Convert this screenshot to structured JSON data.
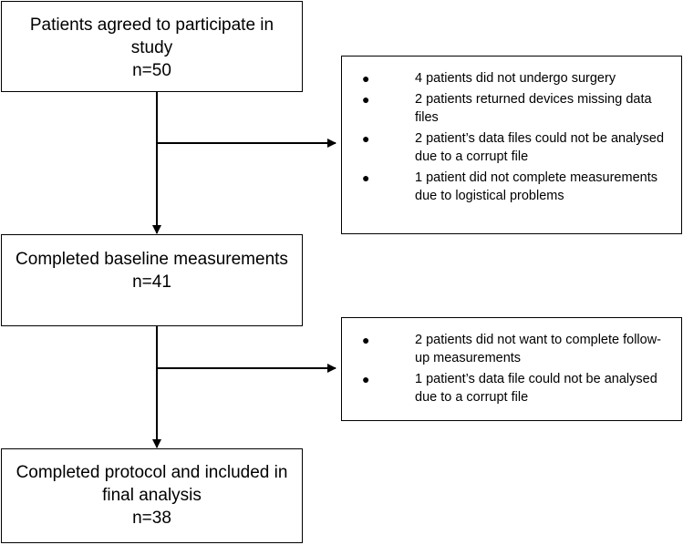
{
  "flow": {
    "stage1": {
      "lines": [
        "Patients agreed to participate in",
        "study",
        "n=50"
      ]
    },
    "excluded1": {
      "items": [
        "4 patients did not undergo surgery",
        "2 patients returned devices missing data files",
        "2 patient’s data files could not be analysed due to a corrupt file",
        "1 patient did not complete measurements due to logistical problems"
      ]
    },
    "stage2": {
      "lines": [
        "Completed baseline measurements",
        "n=41"
      ]
    },
    "excluded2": {
      "items": [
        "2 patients did not want to complete follow-up measurements",
        "1 patient’s data file could not be analysed due to a corrupt file"
      ]
    },
    "stage3": {
      "lines": [
        "Completed protocol and included in",
        "final analysis",
        "n=38"
      ]
    },
    "bullet_glyph": "●"
  }
}
